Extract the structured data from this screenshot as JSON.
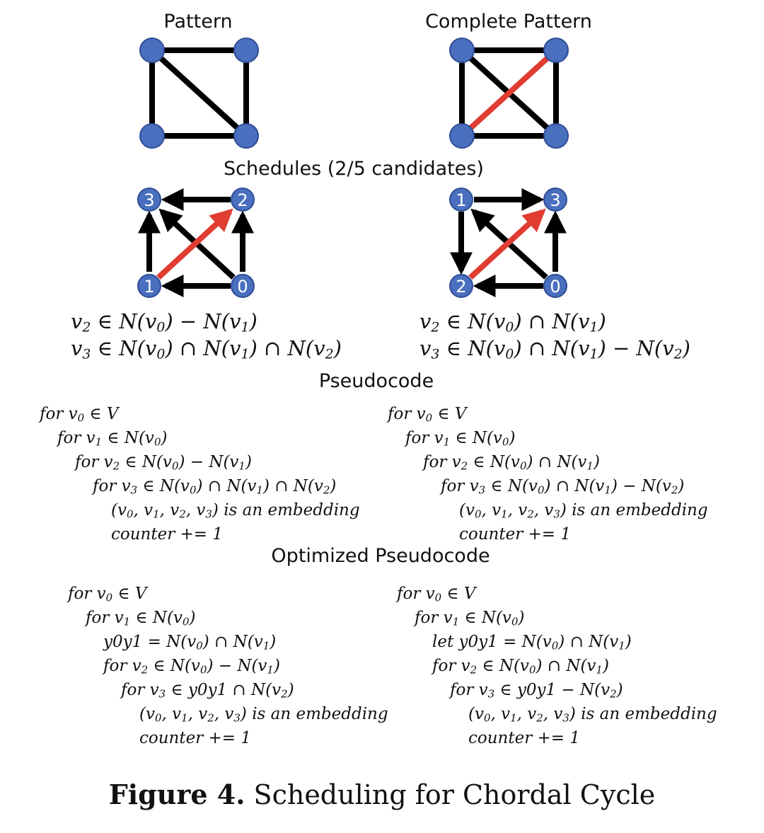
{
  "labels": {
    "pattern": "Pattern",
    "complete_pattern": "Complete Pattern",
    "schedules": "Schedules (2/5 candidates)",
    "pseudocode": "Pseudocode",
    "optimized_pseudocode": "Optimized Pseudocode"
  },
  "schedule_nodes": {
    "left": [
      "3",
      "2",
      "1",
      "0"
    ],
    "right": [
      "1",
      "3",
      "2",
      "0"
    ]
  },
  "colors": {
    "node_fill": "#4a6fbf",
    "node_stroke": "#2e4d96",
    "edge": "#000000",
    "highlight_edge": "#e03c31"
  },
  "caption": {
    "figure_label": "Figure 4.",
    "text": " Scheduling for Chordal Cycle"
  }
}
